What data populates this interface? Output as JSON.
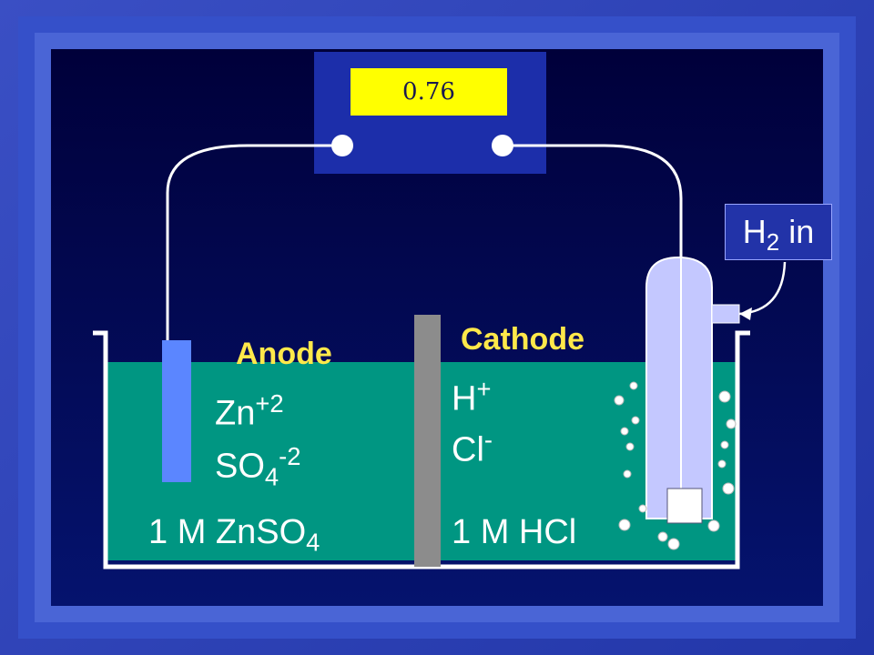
{
  "voltmeter": {
    "reading": "0.76"
  },
  "labels": {
    "anode": "Anode",
    "cathode": "Cathode",
    "h2_symbol": "H",
    "h2_subscript": "2",
    "h2_suffix": " in"
  },
  "left_solution": {
    "ion1_symbol": "Zn",
    "ion1_charge": "+2",
    "ion2_symbol": "SO",
    "ion2_subscript": "4",
    "ion2_charge": "-2",
    "concentration_prefix": "1 M ZnSO",
    "concentration_subscript": "4"
  },
  "right_solution": {
    "ion1_symbol": "H",
    "ion1_charge": "+",
    "ion2_symbol": "Cl",
    "ion2_charge": "-",
    "concentration": "1 M HCl"
  },
  "colors": {
    "solution": "#009682",
    "zinc_electrode": "#5b86ff",
    "salt_bridge": "#8c8c8c",
    "hydrogen_electrode": "#c4c8ff",
    "voltmeter_body": "#1c2eaa",
    "voltmeter_display": "#ffff00",
    "label_yellow": "#ffe84a"
  },
  "icons": {
    "terminal": "terminal-dot-icon",
    "bubble": "bubble-icon",
    "arrow": "arrow-icon"
  }
}
